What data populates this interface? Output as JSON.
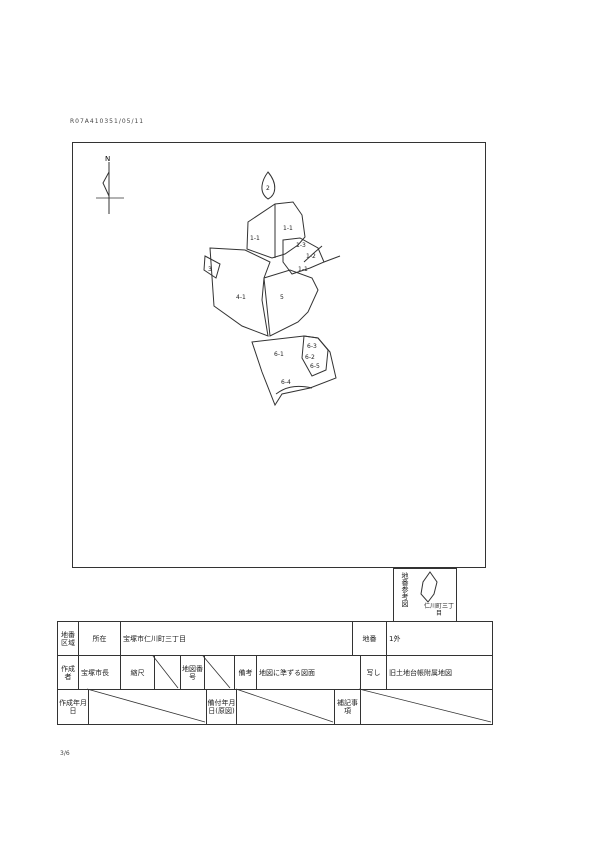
{
  "header": {
    "doc_id": "R07A410351/05/11"
  },
  "map": {
    "north_label": "N",
    "parcels": [
      "2",
      "1-1",
      "1-1",
      "1-1",
      "1-3",
      "1-2",
      "3",
      "4-1",
      "5",
      "6-1",
      "6-3",
      "6-2",
      "6-5",
      "6-4"
    ]
  },
  "legend": {
    "label": "地番参考図",
    "caption": "仁川町三丁目"
  },
  "table": {
    "row1": {
      "h1": "地番区域",
      "h2": "所在",
      "v1": "宝塚市仁川町三丁目",
      "h3": "地番",
      "v2": "1外"
    },
    "row2": {
      "h1": "作成者",
      "v1": "宝塚市長",
      "h2": "縮尺",
      "h3": "地図番号",
      "h4": "備考",
      "v2": "地図に準ずる図面",
      "h5": "写し",
      "v3": "旧土地台帳附属地図"
    },
    "row3": {
      "h1": "作成年月日",
      "h2": "備付年月日(原図)",
      "h3": "補記事項"
    }
  },
  "footer": {
    "page": "3/6"
  }
}
